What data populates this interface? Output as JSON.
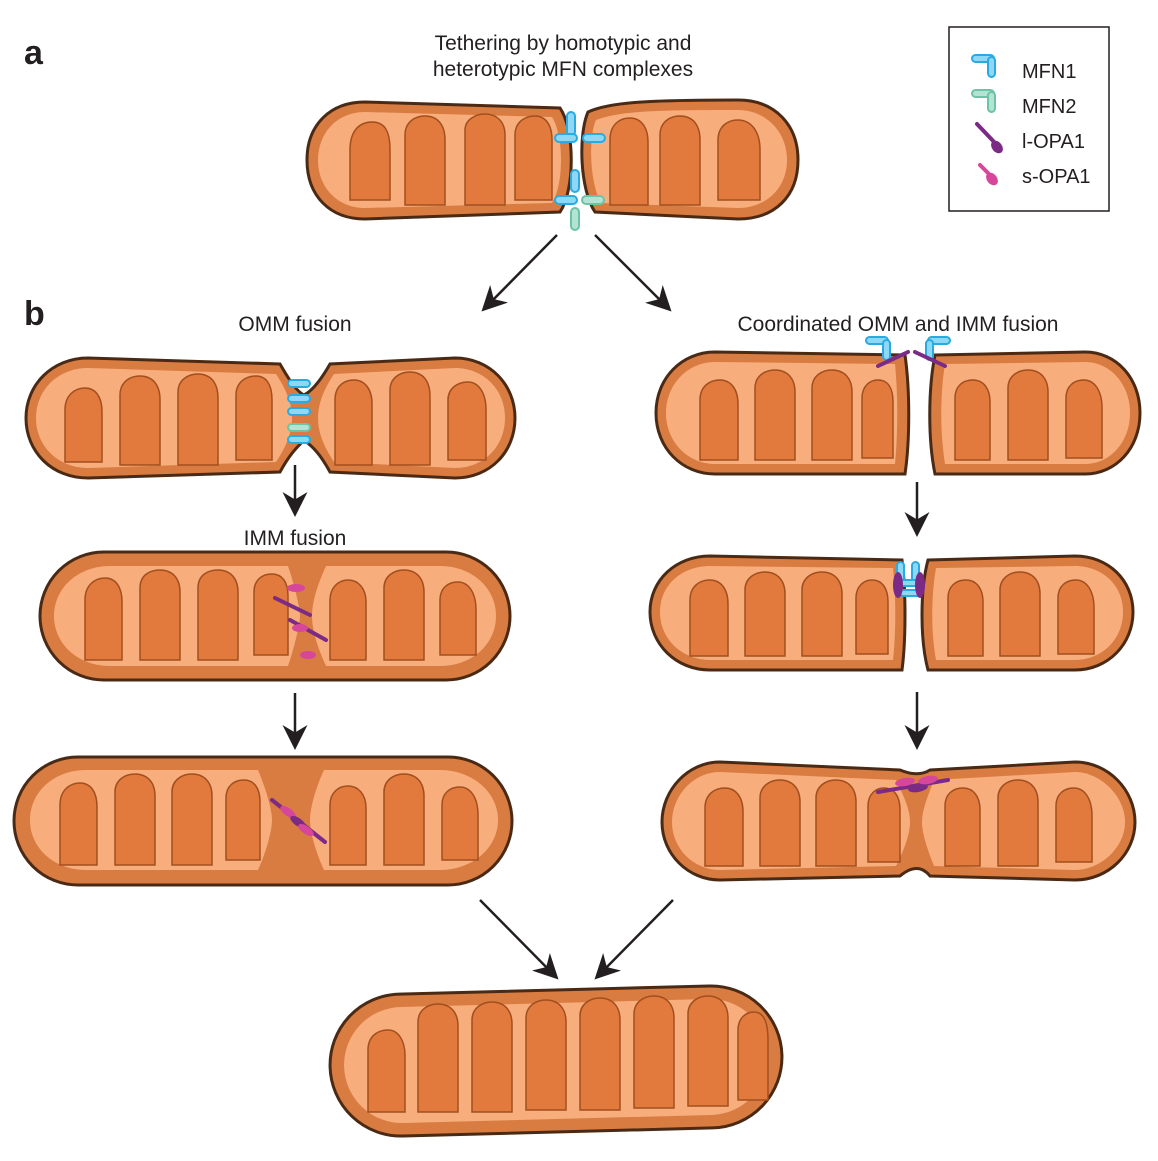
{
  "panels": {
    "a": {
      "letter": "a",
      "caption_line1": "Tethering by homotypic and",
      "caption_line2": "heterotypic MFN complexes"
    },
    "b": {
      "letter": "b",
      "left_caption": "OMM fusion",
      "left_caption_2": "IMM fusion",
      "right_caption": "Coordinated OMM and IMM fusion"
    }
  },
  "legend": {
    "items": [
      {
        "label": "MFN1",
        "icon": "mfn1-icon",
        "color": "#29abe2"
      },
      {
        "label": "MFN2",
        "icon": "mfn2-icon",
        "color": "#6cc4a4"
      },
      {
        "label": "l-OPA1",
        "icon": "l-opa1-icon",
        "color": "#7b2a86"
      },
      {
        "label": "s-OPA1",
        "icon": "s-opa1-icon",
        "color": "#d6469a"
      }
    ]
  },
  "colors": {
    "outer_membrane": "#d97c42",
    "outline": "#4a2a14",
    "matrix": "#f8ad7c",
    "cristae": "#e27a3d",
    "mfn1": "#29abe2",
    "mfn2": "#6cc4a4",
    "l_opa1": "#7b2a86",
    "s_opa1": "#d6469a"
  }
}
